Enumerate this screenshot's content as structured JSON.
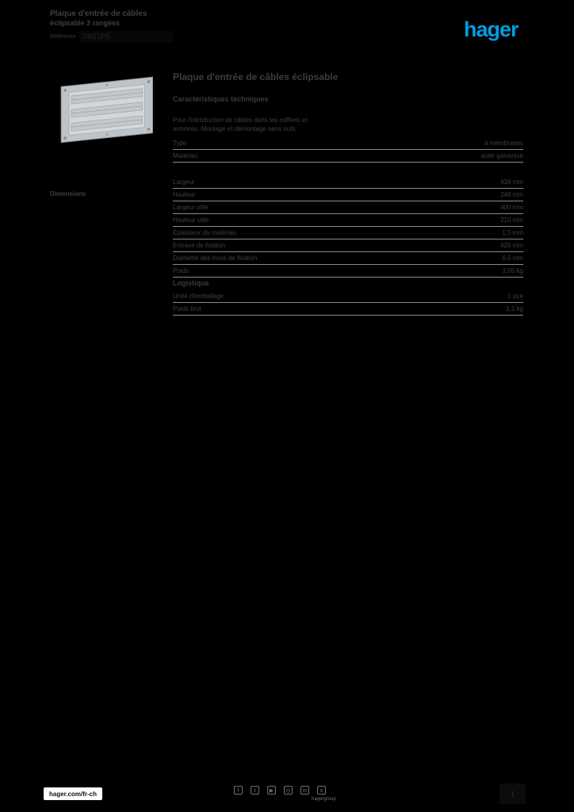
{
  "brand": {
    "logo_text": "hager",
    "logo_color": "#009EE0"
  },
  "header": {
    "title_line1": "Plaque d'entrée de câbles",
    "title_line2": "éclipsable 3 rangées",
    "ref_label": "Référence",
    "ref_value": "UN21PS"
  },
  "product": {
    "title": "Plaque d'entrée de câbles éclipsable"
  },
  "sections": {
    "tech": {
      "heading": "Caractéristiques techniques",
      "description": "Pour l'introduction de câbles dans les coffrets et armoires. Montage et démontage sans outil.",
      "rows": [
        {
          "label": "Type",
          "value": "à membranes"
        },
        {
          "label": "Matériau",
          "value": "acier galvanisé"
        }
      ]
    },
    "dimensions": {
      "margin_label": "Dimensions",
      "rows": [
        {
          "label": "Largeur",
          "value": "438 mm"
        },
        {
          "label": "Hauteur",
          "value": "248 mm"
        },
        {
          "label": "Largeur utile",
          "value": "400 mm"
        },
        {
          "label": "Hauteur utile",
          "value": "210 mm"
        },
        {
          "label": "Épaisseur du matériau",
          "value": "1,5 mm"
        },
        {
          "label": "Entraxe de fixation",
          "value": "420 mm"
        },
        {
          "label": "Diamètre des trous de fixation",
          "value": "6,5 mm"
        },
        {
          "label": "Poids",
          "value": "1,05 kg"
        }
      ]
    },
    "logistics": {
      "heading": "Logistique",
      "rows": [
        {
          "label": "Unité d'emballage",
          "value": "1 pce"
        },
        {
          "label": "Poids brut",
          "value": "1,1 kg"
        }
      ]
    }
  },
  "footer": {
    "website": "hager.com/fr-ch",
    "social": [
      {
        "name": "facebook",
        "glyph": "f"
      },
      {
        "name": "twitter",
        "glyph": "t"
      },
      {
        "name": "youtube",
        "glyph": "▶"
      },
      {
        "name": "instagram",
        "glyph": "◎"
      },
      {
        "name": "linkedin",
        "glyph": "in"
      },
      {
        "name": "xing",
        "glyph": "x"
      }
    ],
    "caption": "hagergroup",
    "page_number": "1"
  },
  "colors": {
    "brand_blue": "#009EE0",
    "text": "#3F3F3F",
    "line": "#8A8A8A"
  }
}
